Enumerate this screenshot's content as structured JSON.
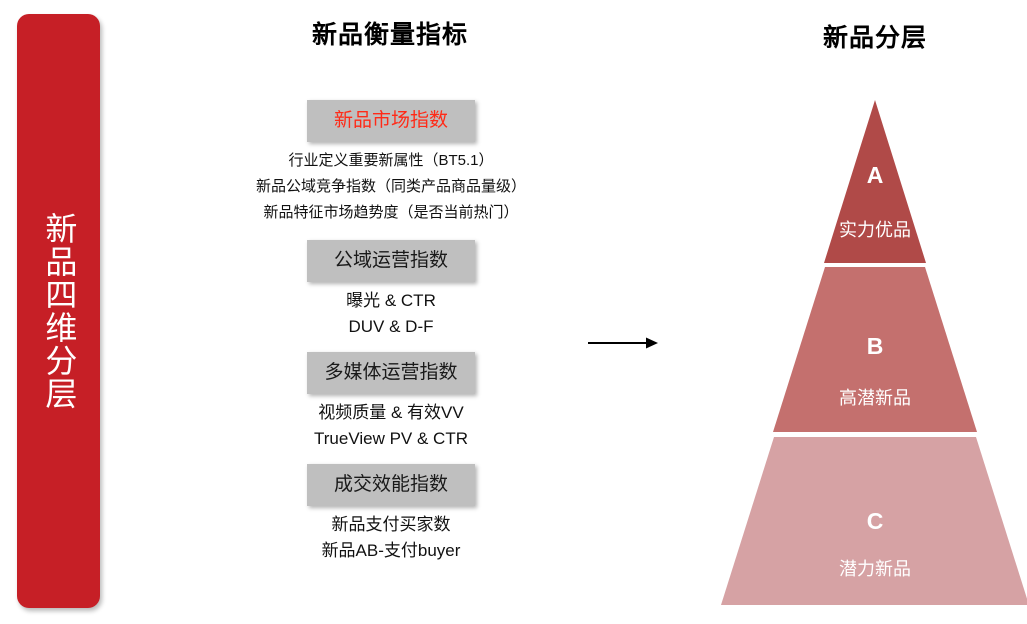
{
  "banner": {
    "text": "新品四维分层",
    "color": "#c61f26"
  },
  "titles": {
    "metrics": "新品衡量指标",
    "tiers": "新品分层"
  },
  "arrow": {
    "name": "right-arrow",
    "color": "#000000"
  },
  "metrics": {
    "box_color": "#bfbfbf",
    "accent_color": "#ff2a17",
    "groups": [
      {
        "id": "market",
        "heading": "新品市场指数",
        "accent": true,
        "lines": [
          "行业定义重要新属性（BT5.1）",
          "新品公域竞争指数（同类产品商品量级）",
          "新品特征市场趋势度（是否当前热门）"
        ]
      },
      {
        "id": "public",
        "heading": "公域运营指数",
        "accent": false,
        "lines": [
          "曝光 & CTR",
          "DUV & D-F"
        ]
      },
      {
        "id": "media",
        "heading": "多媒体运营指数",
        "accent": false,
        "lines": [
          "视频质量 & 有效VV",
          "TrueView PV & CTR"
        ]
      },
      {
        "id": "deal",
        "heading": "成交效能指数",
        "accent": false,
        "lines": [
          "新品支付买家数",
          "新品AB-支付buyer"
        ]
      }
    ]
  },
  "pyramid": {
    "tiers": [
      {
        "letter": "A",
        "name": "实力优品",
        "color": "#b04a48"
      },
      {
        "letter": "B",
        "name": "高潜新品",
        "color": "#c4706e"
      },
      {
        "letter": "C",
        "name": "潜力新品",
        "color": "#d6a2a4"
      }
    ]
  }
}
